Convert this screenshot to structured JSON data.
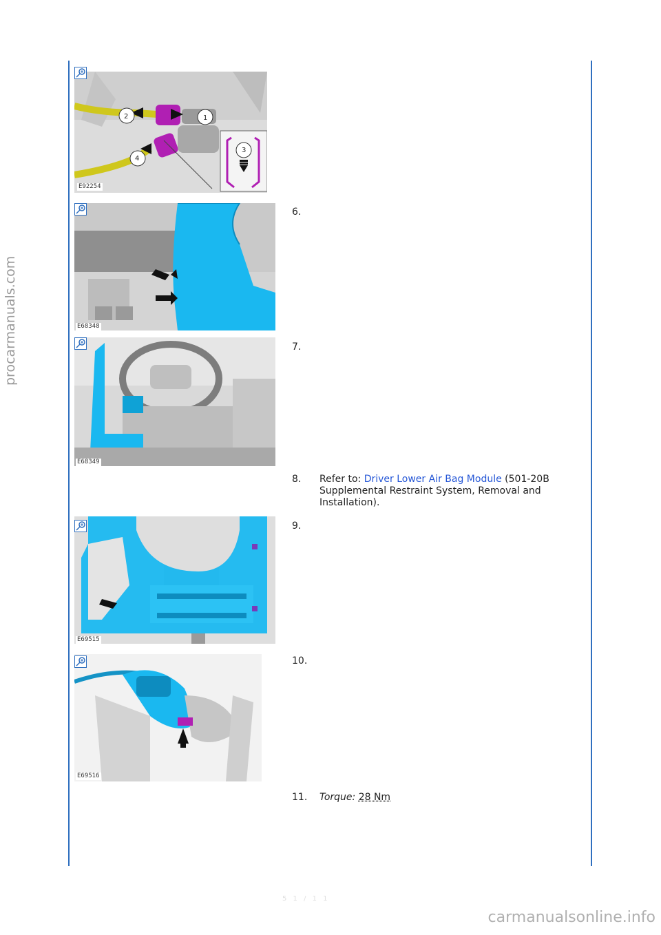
{
  "watermark": {
    "side": "procarmanuals.com",
    "bottom": "carmanualsonline.info"
  },
  "figures": [
    {
      "label": "E92254",
      "callouts": [
        "1",
        "2",
        "3",
        "4"
      ]
    },
    {
      "label": "E68348"
    },
    {
      "label": "E68349"
    },
    {
      "label": "E69515"
    },
    {
      "label": "E69516"
    }
  ],
  "steps": {
    "s6": {
      "num": "6."
    },
    "s7": {
      "num": "7."
    },
    "s8": {
      "num": "8.",
      "prefix": "Refer to: ",
      "link": "Driver Lower Air Bag Module",
      "suffix": " (501-20B Supplemental Restraint System, Removal and Installation)."
    },
    "s9": {
      "num": "9."
    },
    "s10": {
      "num": "10."
    },
    "s11": {
      "num": "11.",
      "torque_label": "Torque:",
      "torque_value": "28 Nm"
    }
  },
  "page_number": "5 1 / 1 1",
  "colors": {
    "rule": "#2f6fbf",
    "link": "#2456d6",
    "highlight_blue": "#1ab8f0",
    "highlight_magenta": "#b01fb3",
    "harness_yellow": "#d6d21a"
  }
}
